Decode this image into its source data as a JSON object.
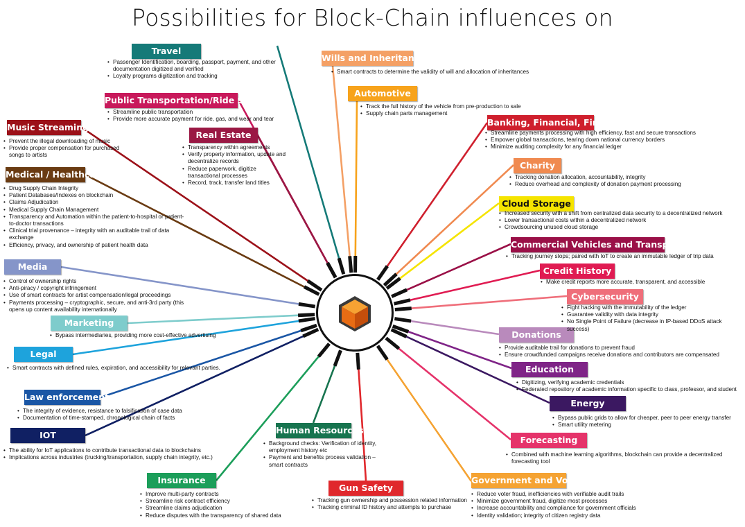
{
  "title": "Possibilities for Block-Chain influences on",
  "topics": [
    {
      "id": "travel",
      "label": "Travel",
      "color": "#157a78",
      "items": [
        "Passenger Identification, boarding, passport, payment, and other documentation digitized and verified",
        "Loyalty programs digitization and tracking"
      ]
    },
    {
      "id": "public-transport",
      "label": "Public Transportation/Ride Sharing",
      "color": "#c8195b",
      "items": [
        "Streamline public transportation",
        "Provide more accurate payment for ride, gas, and wear and tear"
      ]
    },
    {
      "id": "music",
      "label": "Music Streaming",
      "color": "#9c1119",
      "items": [
        "Prevent the illegal downloading of music",
        "Provide proper compensation for purchased songs to artists"
      ]
    },
    {
      "id": "real-estate",
      "label": "Real Estate",
      "color": "#9a1844",
      "items": [
        "Transparency within agreements",
        "Verify property information, update and decentralize records",
        "Reduce paperwork, digitize transactional processes",
        "Record, track, transfer land titles"
      ]
    },
    {
      "id": "medical",
      "label": "Medical / Healthcare",
      "color": "#6a3b12",
      "items": [
        "Drug Supply Chain Integrity",
        "Patient Databases/Indexes on blockchain",
        "Claims Adjudication",
        "Medical Supply Chain Management",
        "Transparency and Automation within the patient-to-hospital or patient-to-doctor transactions",
        "Clinical trial provenance – integrity with an auditable trail of data exchange",
        "Efficiency, privacy, and ownership of patient health data"
      ]
    },
    {
      "id": "media",
      "label": "Media",
      "color": "#8595c9",
      "items": [
        "Control of ownership rights",
        "Anti-piracy / copyright infringement",
        "Use of smart contracts for artist compensation/legal  proceedings",
        "Payments processing – cryptographic, secure, and anti-3rd party (this opens up content availability internationally"
      ]
    },
    {
      "id": "marketing",
      "label": "Marketing",
      "color": "#7ecccc",
      "items": [
        "Bypass intermediaries, providing more cost-effective advertising"
      ]
    },
    {
      "id": "legal",
      "label": "Legal",
      "color": "#1ea3dc",
      "items": [
        "Smart contracts with defined rules, expiration, and accessibility for relevant parties."
      ]
    },
    {
      "id": "law",
      "label": "Law enforcement",
      "color": "#1a56a5",
      "items": [
        "The integrity of evidence, resistance to falsification of case data",
        "Documentation of time-stamped, chronological chain of facts"
      ]
    },
    {
      "id": "iot",
      "label": "IOT",
      "color": "#102063",
      "items": [
        "The ability for IoT applications to contribute transactional data to blockchains",
        "Implications across industries (trucking/transportation, supply chain integrity, etc.)"
      ]
    },
    {
      "id": "insurance",
      "label": "Insurance",
      "color": "#1c9e5a",
      "items": [
        "Improve multi-party contracts",
        "Streamline risk contract efficiency",
        "Streamline claims adjudication",
        "Reduce disputes with the transparency of shared data"
      ]
    },
    {
      "id": "hr",
      "label": "Human Resources",
      "color": "#17744f",
      "items": [
        "Background checks: Verification of identity, employment history etc",
        "Payment and benefits process validation – smart contracts"
      ]
    },
    {
      "id": "gun",
      "label": "Gun Safety",
      "color": "#e0282c",
      "items": [
        "Tracking gun ownership and possession related information",
        "Tracking criminal ID history and attempts to purchase"
      ]
    },
    {
      "id": "government",
      "label": "Government and Voting",
      "color": "#f5a333",
      "items": [
        "Reduce voter fraud, inefficiencies with verifiable audit trails",
        "Minimize government fraud, digitize most processes",
        "Increase accountability and compliance for government officials",
        "Identity validation; integrity of citizen registry data"
      ]
    },
    {
      "id": "forecasting",
      "label": "Forecasting",
      "color": "#e5336a",
      "items": [
        "Combined with machine learning algorithms, blockchain can provide a decentralized forecasting tool"
      ]
    },
    {
      "id": "energy",
      "label": "Energy",
      "color": "#3b1861",
      "items": [
        "Bypass public grids to allow for cheaper, peer to peer energy transfer",
        "Smart utility metering"
      ]
    },
    {
      "id": "education",
      "label": "Education",
      "color": "#7f2487",
      "items": [
        "Digitizing, verifying academic credentials",
        "Federated repository of academic information specific to class, professor, and student"
      ]
    },
    {
      "id": "donations",
      "label": "Donations",
      "color": "#b98abc",
      "items": [
        "Provide auditable trail for donations to prevent fraud",
        "Ensure crowdfunded campaigns receive donations and contributors are compensated"
      ]
    },
    {
      "id": "cyber",
      "label": "Cybersecurity",
      "color": "#ef6e7a",
      "items": [
        "Fight hacking with the immutability of the ledger",
        "Guarantee validity with data integrity",
        "No Single Point of Failure (decrease in IP-based DDoS attack success)"
      ]
    },
    {
      "id": "credit",
      "label": "Credit History",
      "color": "#e01b52",
      "items": [
        "Make credit reports more accurate, transparent, and accessible"
      ]
    },
    {
      "id": "commercial",
      "label": "Commercial Vehicles and Transportation",
      "color": "#9a1047",
      "items": [
        "Tracking journey stops; paired with IoT to create an immutable ledger of trip data"
      ]
    },
    {
      "id": "cloud",
      "label": "Cloud Storage",
      "color": "#f5e400",
      "items": [
        "Increased security with a shift from centralized data security to a decentralized network",
        "Lower transactional costs within a decentralized network",
        "Crowdsourcing unused cloud storage"
      ]
    },
    {
      "id": "charity",
      "label": "Charity",
      "color": "#f08a50",
      "items": [
        "Tracking donation allocation, accountability, integrity",
        "Reduce overhead and complexity of donation payment processing"
      ]
    },
    {
      "id": "banking",
      "label": "Banking, Financial, Fintech",
      "color": "#cf1f2d",
      "items": [
        "Streamline payments processing with high efficiency, fast and secure transactions",
        "Empower global transactions, tearing down national currency borders",
        "Minimize auditing complexity for any financial ledger"
      ]
    },
    {
      "id": "automotive",
      "label": "Automotive",
      "color": "#f7a31c",
      "items": [
        "Track the full history of the vehicle from pre-production to sale",
        "Supply chain parts management"
      ]
    },
    {
      "id": "wills",
      "label": "Wills and Inheritances",
      "color": "#f4a065",
      "items": [
        "Smart contracts to determine the validity of will and allocation of inheritances"
      ]
    }
  ],
  "hub": {
    "icon": "blockchain-cube-icon",
    "cube_colors": {
      "top": "#f7a233",
      "left": "#e86c14",
      "right": "#c44e0b",
      "outline": "#3a3a3a"
    }
  }
}
